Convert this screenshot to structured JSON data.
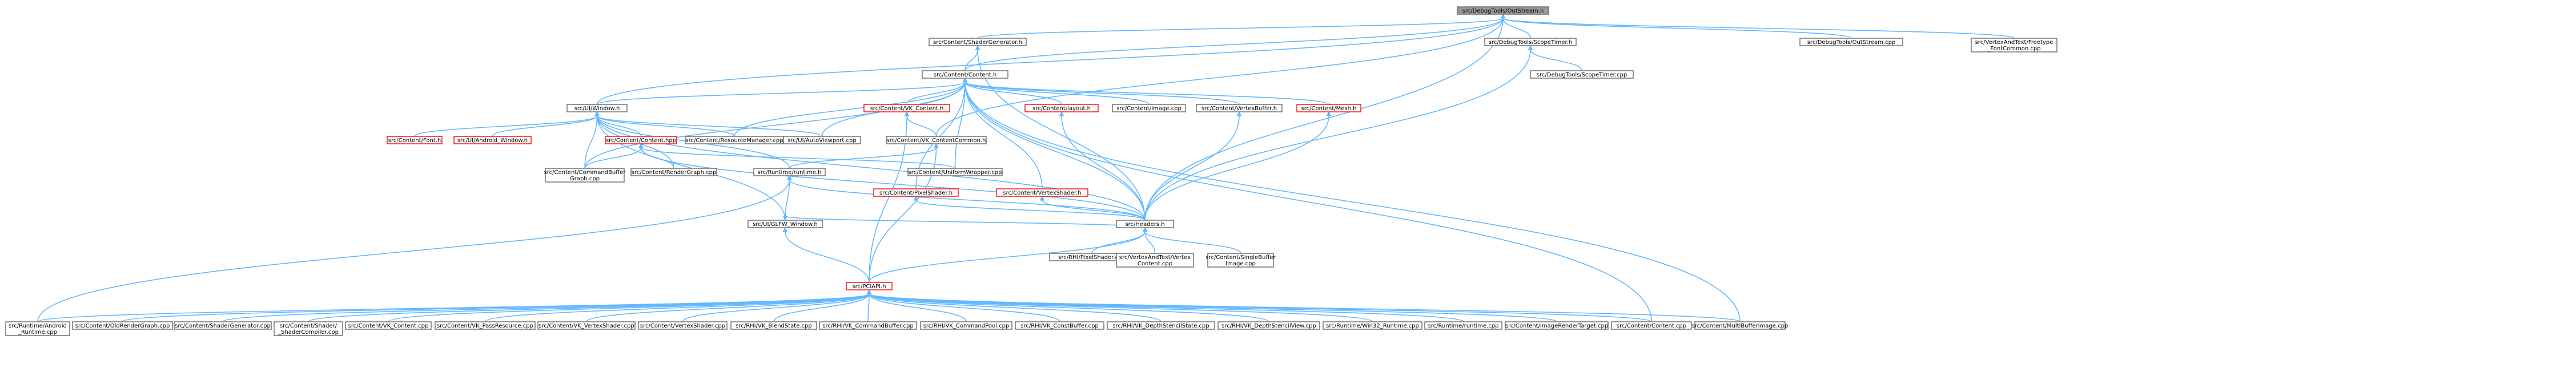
{
  "colors": {
    "edge": "#63b8ff",
    "node_border": "#666666",
    "node_border_red": "#ff0000",
    "focus_fill": "#999999",
    "node_fill": "#ffffff"
  },
  "nodes": [
    {
      "id": "outstream_h",
      "lines": [
        "src/DebugTools/OutStream.h"
      ],
      "style": "focus"
    },
    {
      "id": "shadergen_h",
      "lines": [
        "src/Content/ShaderGenerator.h"
      ]
    },
    {
      "id": "scopetimer_h",
      "lines": [
        "src/DebugTools/ScopeTimer.h"
      ]
    },
    {
      "id": "outstream_cpp",
      "lines": [
        "src/DebugTools/OutStream.cpp"
      ]
    },
    {
      "id": "vat_freetype_cpp",
      "lines": [
        "src/VertexAndText/Freetype",
        "_FontCommon.cpp"
      ]
    },
    {
      "id": "content_h",
      "lines": [
        "src/Content/Content.h"
      ]
    },
    {
      "id": "scopetimer_cpp",
      "lines": [
        "src/DebugTools/ScopeTimer.cpp"
      ]
    },
    {
      "id": "uiwindow_h",
      "lines": [
        "src/UI/Window.h"
      ]
    },
    {
      "id": "vkcontent_h",
      "lines": [
        "src/Content/VK_Content.h"
      ],
      "style": "red"
    },
    {
      "id": "layout_h",
      "lines": [
        "src/Content/layout.h"
      ],
      "style": "red"
    },
    {
      "id": "image_cpp",
      "lines": [
        "src/Content/Image.cpp"
      ]
    },
    {
      "id": "vertexbuffer_h",
      "lines": [
        "src/Content/VertexBuffer.h"
      ]
    },
    {
      "id": "mesh_h",
      "lines": [
        "src/Content/Mesh.h"
      ],
      "style": "red"
    },
    {
      "id": "font_h",
      "lines": [
        "src/Content/Font.h"
      ],
      "style": "red"
    },
    {
      "id": "androidwindow_h",
      "lines": [
        "src/UI/Android_Window.h"
      ],
      "style": "red"
    },
    {
      "id": "content_hpp",
      "lines": [
        "src/Content/Content.hpp"
      ],
      "style": "red"
    },
    {
      "id": "resmgr_cpp",
      "lines": [
        "src/Content/ResourceManager.cpp"
      ]
    },
    {
      "id": "autoviewport_cpp",
      "lines": [
        "src/UI/AutoViewport.cpp"
      ]
    },
    {
      "id": "vkcontentcommon_h",
      "lines": [
        "src/Content/VK_ContentCommon.h"
      ]
    },
    {
      "id": "cmdbuffergraph_cpp",
      "lines": [
        "src/Content/CommandBuffer",
        "Graph.cpp"
      ]
    },
    {
      "id": "rendergraph_cpp",
      "lines": [
        "src/Content/RenderGraph.cpp"
      ]
    },
    {
      "id": "runtime_h",
      "lines": [
        "src/Runtime/runtime.h"
      ]
    },
    {
      "id": "uniformwrapper_cpp",
      "lines": [
        "src/Content/UniformWrapper.cpp"
      ]
    },
    {
      "id": "pixelshader_h",
      "lines": [
        "src/Content/PixelShader.h"
      ],
      "style": "red"
    },
    {
      "id": "vertexshader_h",
      "lines": [
        "src/Content/VertexShader.h"
      ],
      "style": "red"
    },
    {
      "id": "headers_h",
      "lines": [
        "src/Headers.h"
      ]
    },
    {
      "id": "glfwwindow_h",
      "lines": [
        "src/UI/GLFW_Window.h"
      ]
    },
    {
      "id": "rhi_pixelshader_cpp",
      "lines": [
        "src/RHI/PixelShader.cpp"
      ]
    },
    {
      "id": "vat_vertexcontent_cpp",
      "lines": [
        "src/VertexAndText/Vertex",
        "Content.cpp"
      ]
    },
    {
      "id": "singlebufferimage_cpp",
      "lines": [
        "src/Content/SingleBuffer",
        "Image.cpp"
      ]
    },
    {
      "id": "pcapi_h",
      "lines": [
        "src/PCIAPI.h"
      ],
      "style": "red"
    },
    {
      "id": "android_runtime_cpp",
      "lines": [
        "src/Runtime/Android",
        "_Runtime.cpp"
      ]
    },
    {
      "id": "oldrendergraph_cpp",
      "lines": [
        "src/Content/OldRenderGraph.cpp"
      ]
    },
    {
      "id": "shadergen_cpp",
      "lines": [
        "src/Content/ShaderGenerator.cpp"
      ]
    },
    {
      "id": "shadercompiler_cpp",
      "lines": [
        "src/Content/Shader/",
        "_ShaderCompiler.cpp"
      ]
    },
    {
      "id": "vkcontent_cpp",
      "lines": [
        "src/Content/VK_Content.cpp"
      ]
    },
    {
      "id": "vkpassresource_cpp",
      "lines": [
        "src/Content/VK_PassResource.cpp"
      ]
    },
    {
      "id": "vkvertexshader_cpp",
      "lines": [
        "src/Content/VK_VertexShader.cpp"
      ]
    },
    {
      "id": "vertexshader_cpp",
      "lines": [
        "src/Content/VertexShader.cpp"
      ]
    },
    {
      "id": "rhi_vkblendstate_cpp",
      "lines": [
        "src/RHI/VK_BlendState.cpp"
      ]
    },
    {
      "id": "rhi_vkcommandbuffer_cpp",
      "lines": [
        "src/RHI/VK_CommandBuffer.cpp"
      ]
    },
    {
      "id": "rhi_vkcommandpool_cpp",
      "lines": [
        "src/RHI/VK_CommandPool.cpp"
      ]
    },
    {
      "id": "rhi_vkconstbuffer_cpp",
      "lines": [
        "src/RHI/VK_ConstBuffer.cpp"
      ]
    },
    {
      "id": "rhi_vkdepthstencilstate_cpp",
      "lines": [
        "src/RHI/VK_DepthStencilState.cpp"
      ]
    },
    {
      "id": "rhi_vkdepthstencilview_cpp",
      "lines": [
        "src/RHI/VK_DepthStencilView.cpp"
      ]
    },
    {
      "id": "win32_runtime_cpp",
      "lines": [
        "src/Runtime/Win32_Runtime.cpp"
      ]
    },
    {
      "id": "runtime_cpp",
      "lines": [
        "src/Runtime/runtime.cpp"
      ]
    },
    {
      "id": "imagerendertarget_cpp",
      "lines": [
        "src/Content/ImageRenderTarget.cpp"
      ]
    },
    {
      "id": "content_cpp",
      "lines": [
        "src/Content/Content.cpp"
      ]
    },
    {
      "id": "multibufferimage_cpp",
      "lines": [
        "src/Content/MultiBufferImage.cpp"
      ]
    }
  ]
}
